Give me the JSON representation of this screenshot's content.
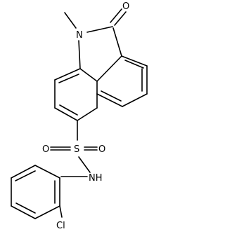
{
  "molecule": {
    "atoms": {
      "n_ring": "N",
      "methyl": "",
      "o_carbonyl": "O",
      "s_sulfonyl": "S",
      "o_sulfonyl_left": "O",
      "o_sulfonyl_right": "O",
      "n_amide": "NH",
      "cl": "Cl"
    }
  }
}
